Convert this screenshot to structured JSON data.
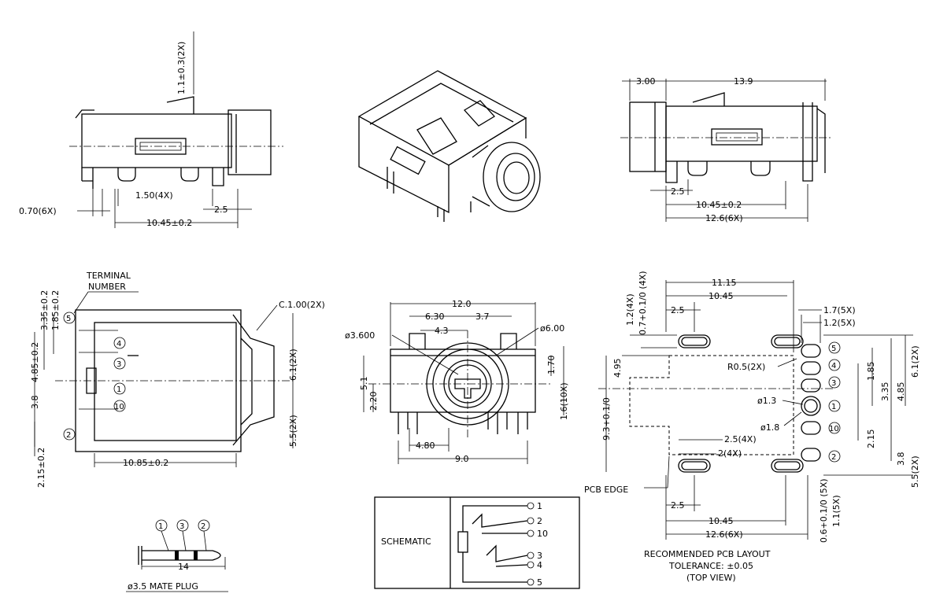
{
  "front_view": {
    "dim_top": "1.1±0.3(2X)",
    "dim_pitch": "1.50(4X)",
    "dim_pin": "0.70(6X)",
    "dim_offset": "2.5",
    "dim_width": "10.45±0.2"
  },
  "side_view": {
    "dim_left": "3.00",
    "dim_length": "13.9",
    "dim_a": "2.5",
    "dim_b": "10.45±0.2",
    "dim_c": "12.6(6X)"
  },
  "bottom_view": {
    "terminal_label_1": "TERMINAL",
    "terminal_label_2": "NUMBER",
    "dim_c": "C.1.00(2X)",
    "dim_335": "3.35±0.2",
    "dim_185": "1.85±0.2",
    "dim_485": "4.85±0.2",
    "dim_38": "3.8",
    "dim_215": "2.15±0.2",
    "dim_61": "6.1(2X)",
    "dim_55": "5.5(2X)",
    "dim_length": "10.85±0.2",
    "terminals": [
      "5",
      "4",
      "3",
      "1",
      "10",
      "2"
    ]
  },
  "end_view": {
    "dim_12": "12.0",
    "dim_63": "6.30",
    "dim_43": "4.3",
    "dim_37": "3.7",
    "dim_d36": "ø3.600",
    "dim_d6": "ø6.00",
    "dim_51": "5.1",
    "dim_22": "2.20",
    "dim_17": "1.70",
    "dim_16": "1.6(10X)",
    "dim_48": "4.80",
    "dim_9": "9.0"
  },
  "plug": {
    "caption": "ø3.5 MATE PLUG",
    "length": "14",
    "labels": [
      "1",
      "3",
      "2"
    ]
  },
  "schematic": {
    "label": "SCHEMATIC",
    "pins": [
      "1",
      "2",
      "10",
      "3",
      "4",
      "5"
    ]
  },
  "pcb_layout": {
    "dim_1115": "11.15",
    "dim_1045": "10.45",
    "dim_25": "2.5",
    "dim_12_4x": "1.2(4X)",
    "dim_07": "0.7+0.1/0 (4X)",
    "dim_17_5x": "1.7(5X)",
    "dim_12_5x": "1.2(5X)",
    "dim_r05": "R0.5(2X)",
    "dim_d13": "ø1.3",
    "dim_d18": "ø1.8",
    "dim_25_4x": "2.5(4X)",
    "dim_2_4x": "2(4X)",
    "dim_495": "4.95",
    "dim_93": "9.3+0.1/0",
    "dim_185": "1.85",
    "dim_335": "3.35",
    "dim_485": "4.85",
    "dim_61": "6.1(2X)",
    "dim_215": "2.15",
    "dim_38": "3.8",
    "dim_55": "5.5(2X)",
    "dim_06": "0.6+0.1/0 (5X)",
    "dim_11": "1.1(5X)",
    "pcb_edge": "PCB EDGE",
    "dim_bot_25": "2.5",
    "dim_bot_1045": "10.45",
    "dim_bot_126": "12.6(6X)",
    "pins": [
      "5",
      "4",
      "3",
      "1",
      "10",
      "2"
    ],
    "caption_1": "RECOMMENDED PCB LAYOUT",
    "caption_2": "TOLERANCE: ±0.05",
    "caption_3": "(TOP VIEW)"
  }
}
